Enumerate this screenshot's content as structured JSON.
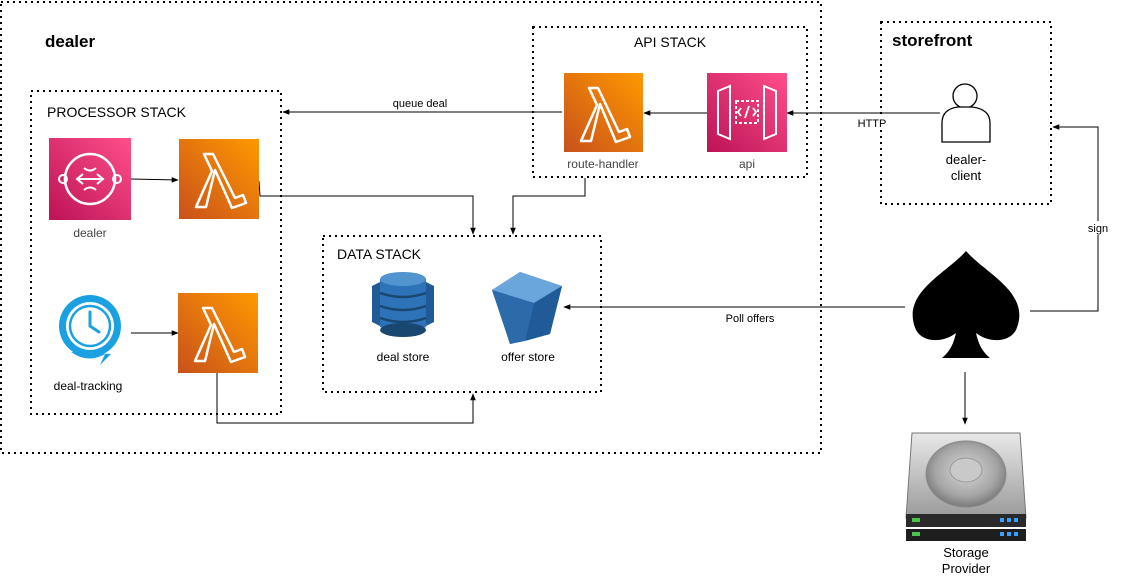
{
  "groups": {
    "dealer": "dealer",
    "processor": "PROCESSOR STACK",
    "api": "API STACK",
    "data": "DATA STACK",
    "storefront": "storefront"
  },
  "nodes": {
    "dealer_queue": "dealer",
    "deal_tracking": "deal-tracking",
    "route_handler": "route-handler",
    "api": "api",
    "deal_store": "deal store",
    "offer_store": "offer store",
    "dealer_client_line1": "dealer-",
    "dealer_client_line2": "client",
    "storage_line1": "Storage",
    "storage_line2": "Provider"
  },
  "edges": {
    "queue_deal": "queue deal",
    "http": "HTTP",
    "sign": "sign",
    "poll_offers": "Poll offers"
  },
  "icons": {
    "sqs": "sqs-queue-icon",
    "lambda": "lambda-icon",
    "api_gateway": "api-gateway-icon",
    "eventbridge_scheduler": "scheduler-clock-icon",
    "dynamodb": "dynamodb-icon",
    "s3": "s3-bucket-icon",
    "user": "user-icon",
    "spade": "spade-icon",
    "storage": "hard-drive-icon"
  },
  "colors": {
    "lambda_gradient_top": "#F78E04",
    "lambda_gradient_bottom": "#D05C17",
    "pink_gradient_top": "#FF4F8B",
    "pink_gradient_bottom": "#BC1356",
    "dynamodb_blue": "#2E73B8",
    "s3_blue": "#3A7BBF",
    "clock_blue": "#1BA1E2"
  }
}
